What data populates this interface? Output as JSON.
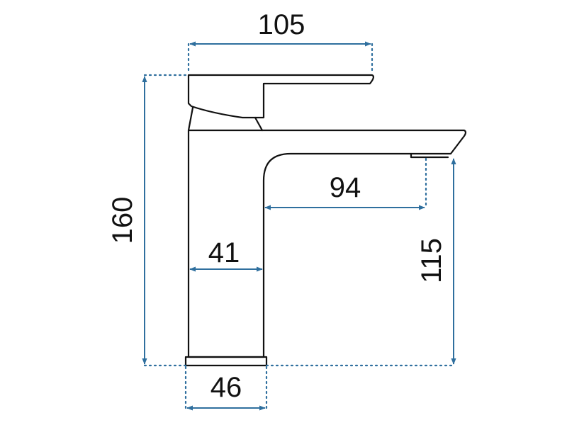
{
  "drawing": {
    "subject": "faucet-side-profile",
    "dimension_color": "#2f6f9e",
    "outline_color": "#111111",
    "dimensions": {
      "overall_depth": "105",
      "overall_height": "160",
      "spout_reach": "94",
      "spout_height": "115",
      "body_width": "41",
      "base_width": "46"
    }
  }
}
